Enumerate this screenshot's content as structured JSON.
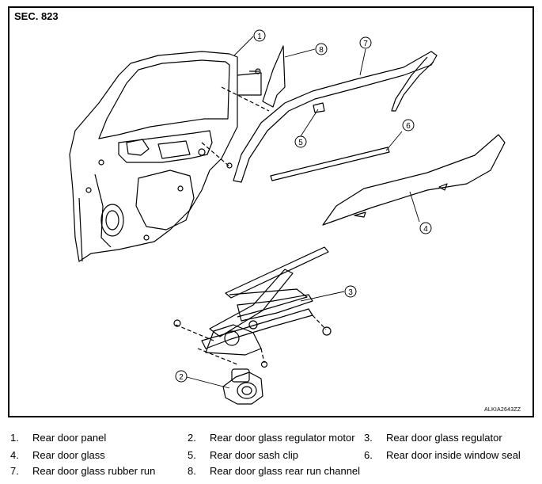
{
  "section_label": "SEC. 823",
  "figure_code": "ALKIA2643ZZ",
  "callouts": [
    "1",
    "2",
    "3",
    "4",
    "5",
    "6",
    "7",
    "8"
  ],
  "legend": [
    {
      "num": "1.",
      "label": "Rear door panel"
    },
    {
      "num": "2.",
      "label": "Rear door glass regulator motor"
    },
    {
      "num": "3.",
      "label": "Rear door glass regulator"
    },
    {
      "num": "4.",
      "label": "Rear door glass"
    },
    {
      "num": "5.",
      "label": "Rear door sash clip"
    },
    {
      "num": "6.",
      "label": "Rear door inside window seal"
    },
    {
      "num": "7.",
      "label": "Rear door glass rubber run"
    },
    {
      "num": "8.",
      "label": "Rear door glass rear run channel"
    }
  ]
}
